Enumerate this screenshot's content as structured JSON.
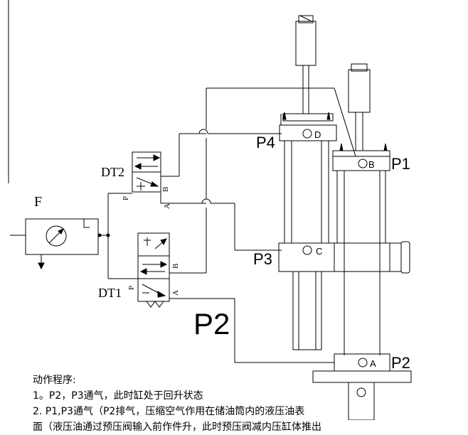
{
  "labels": {
    "filter": "F",
    "valve_top": "DT2",
    "valve_bottom": "DT1",
    "port_p": "P",
    "port_a": "A",
    "port_b": "B",
    "p1": "P1",
    "p2": "P2",
    "p3": "P3",
    "p4": "P4",
    "big_p2": "P2",
    "port_d": "D",
    "port_c": "C",
    "port_bb": "B",
    "port_aa": "A"
  },
  "notes": {
    "title": "动作程序:",
    "line1": "1。P2，P3通气，此时缸处于回升状态",
    "line2": "2.  P1,P3通气（P2排气，压缩空气作用在储油筒内的液压油表",
    "line3": "面（液压油通过预压阀输入前作件升，此时预压阀减内压缸体推出"
  },
  "colors": {
    "line": "#000000",
    "background": "#ffffff"
  }
}
